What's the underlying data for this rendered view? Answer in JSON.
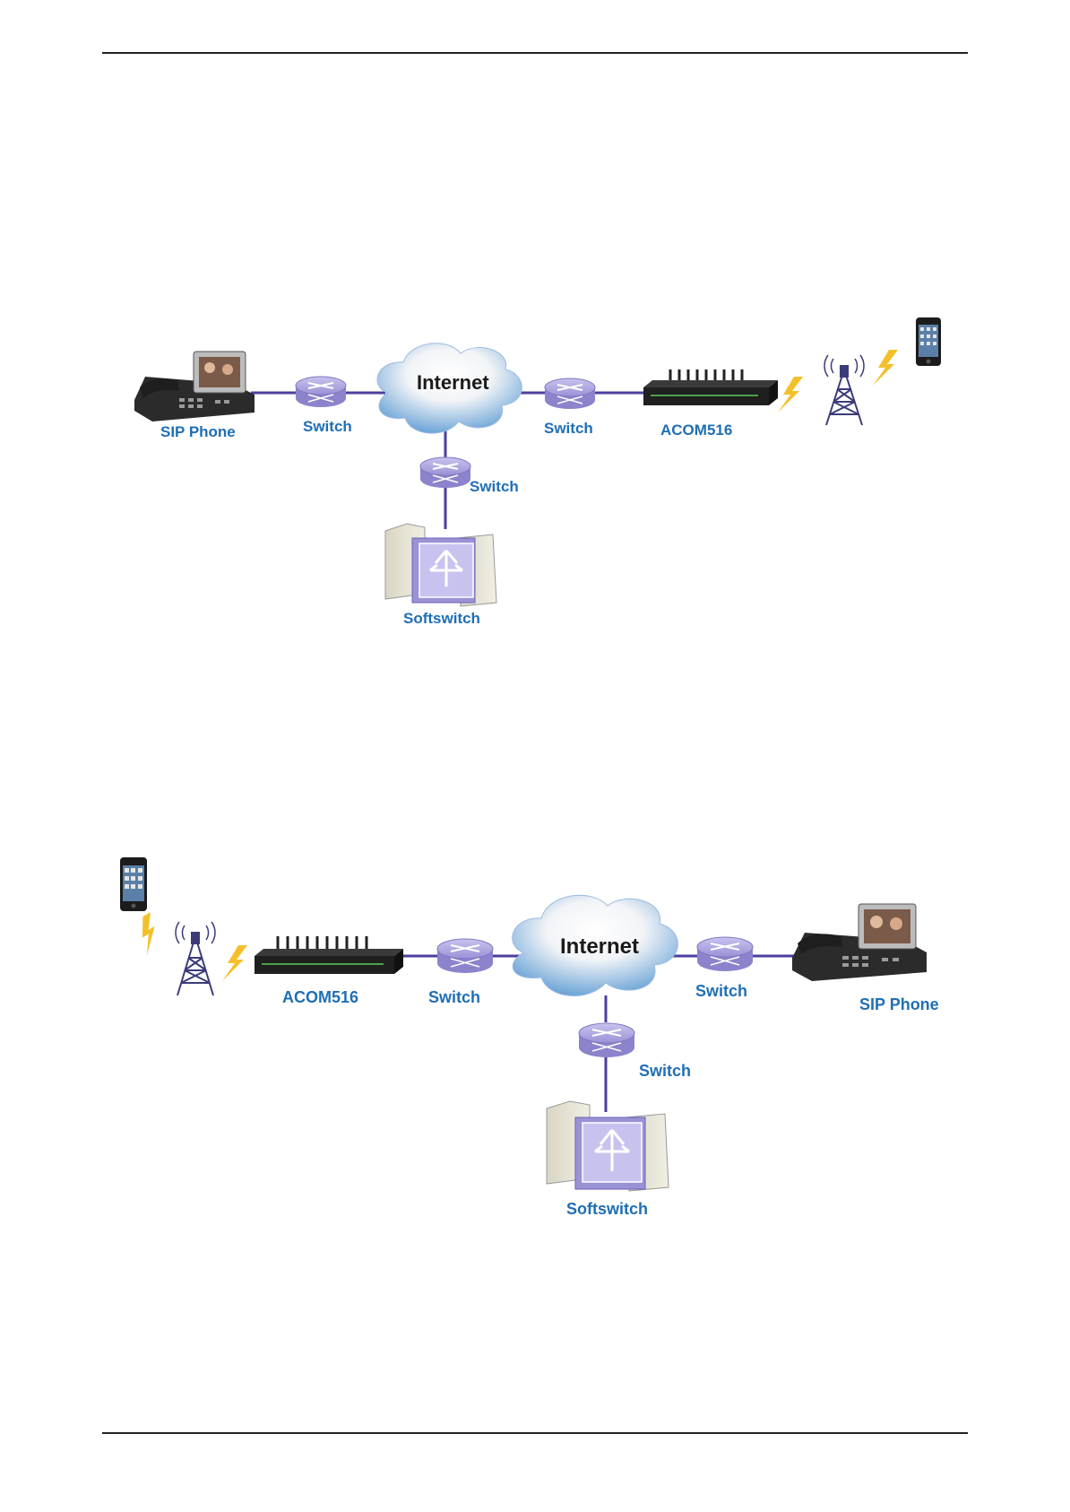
{
  "diagram1": {
    "sip_phone": "SIP Phone",
    "switch_left": "Switch",
    "internet": "Internet",
    "switch_right": "Switch",
    "gateway": "ACOM516",
    "switch_bottom": "Switch",
    "softswitch": "Softswitch"
  },
  "diagram2": {
    "gateway": "ACOM516",
    "switch_left": "Switch",
    "internet": "Internet",
    "switch_right": "Switch",
    "sip_phone": "SIP Phone",
    "switch_bottom": "Switch",
    "softswitch": "Softswitch"
  },
  "colors": {
    "link": "#4b3f9e",
    "label": "#1f6fb5",
    "router": "#9a92d6",
    "rule": "#222222"
  },
  "icons": [
    "sip-phone-icon",
    "router-icon",
    "cloud-icon",
    "gateway-icon",
    "tower-icon",
    "lightning-icon",
    "mobile-phone-icon",
    "softswitch-server-icon"
  ]
}
